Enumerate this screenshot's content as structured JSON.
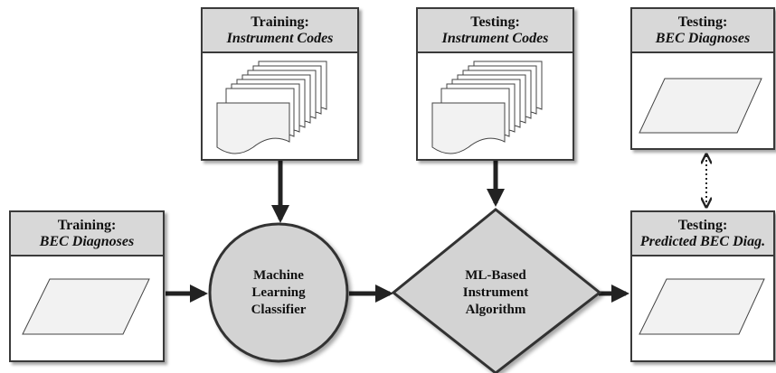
{
  "boxes": {
    "train_codes": {
      "title": "Training:",
      "subtitle": "Instrument Codes"
    },
    "test_codes": {
      "title": "Testing:",
      "subtitle": "Instrument Codes"
    },
    "test_bec": {
      "title": "Testing:",
      "subtitle": "BEC Diagnoses"
    },
    "train_bec": {
      "title": "Training:",
      "subtitle": "BEC Diagnoses"
    },
    "pred_bec": {
      "title": "Testing:",
      "subtitle": "Predicted BEC Diag."
    }
  },
  "nodes": {
    "classifier": {
      "line1": "Machine",
      "line2": "Learning",
      "line3": "Classifier"
    },
    "algorithm": {
      "line1": "ML-Based",
      "line2": "Instrument",
      "line3": "Algorithm"
    }
  },
  "colors": {
    "shape_fill": "#d3d3d3",
    "header_fill": "#d8d8d8",
    "stroke": "#333333"
  }
}
